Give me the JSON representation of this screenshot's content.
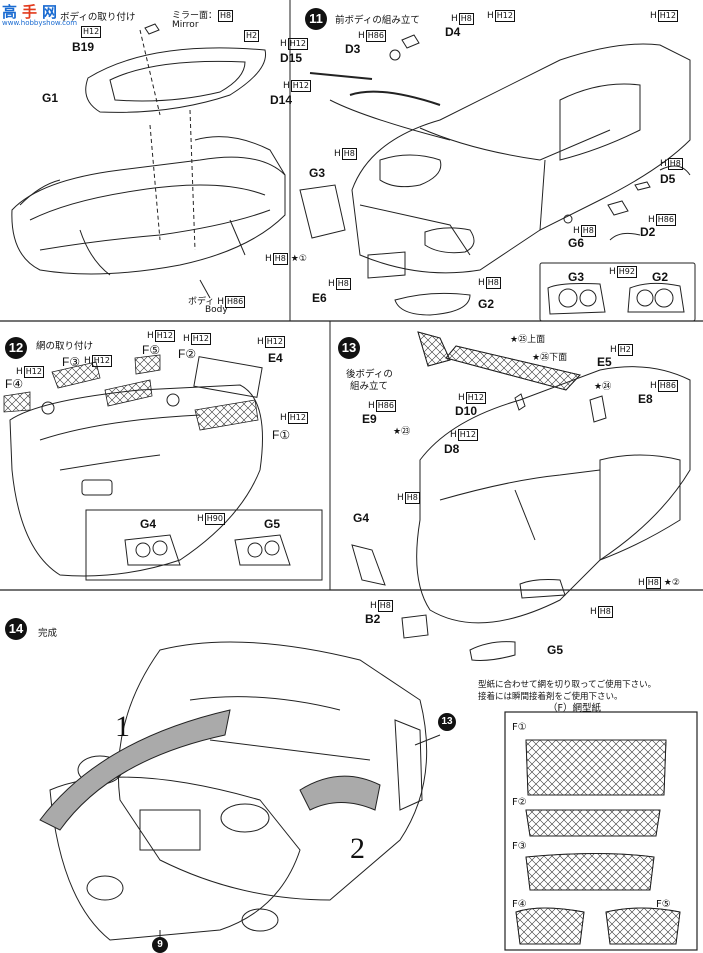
{
  "watermark": {
    "site": "www.hobbyshow.com"
  },
  "step10": {
    "title": "ボディの取り付け",
    "mirror_note": "ミラー面：",
    "mirror_box": "H8",
    "mirror_en": "Mirror",
    "b19_label": "B19",
    "b19_box": "H12",
    "g1_label": "G1",
    "g1_box": "H2",
    "body_note": "ボディ",
    "body_box": "H86",
    "body_en": "Body"
  },
  "step11": {
    "number": "11",
    "title": "前ボディの組み立て",
    "d4": "D4",
    "d4_box": "H8",
    "d3": "D3",
    "d3_box": "H86",
    "d15": "D15",
    "d15_box": "H12",
    "d14": "D14",
    "d14_box": "H12",
    "top_box": "H12",
    "right_box": "H12",
    "g3": "G3",
    "g3_box": "H8",
    "d5": "D5",
    "d5_box": "H8",
    "d2": "D2",
    "d2_box": "H86",
    "g6": "G6",
    "g6_box": "H8",
    "star1_box": "H8",
    "star1_num": "①",
    "e6": "E6",
    "e6_box": "H8",
    "g2": "G2",
    "g2_box": "H8",
    "inset_g3": "G3",
    "inset_g2": "G2",
    "inset_box": "H92"
  },
  "step12": {
    "number": "12",
    "title": "網の取り付け",
    "f3": "F③",
    "f3_box": "H12",
    "f4": "F④",
    "f4_box": "H12",
    "f5": "F⑤",
    "f5_box": "H12",
    "f2": "F②",
    "f2_box": "H12",
    "e4": "E4",
    "e4_box": "H12",
    "f1": "F①",
    "f1_box": "H12",
    "inset_g4": "G4",
    "inset_g5": "G5",
    "inset_box": "H90"
  },
  "step13": {
    "number": "13",
    "title_line1": "後ボディの",
    "title_line2": "組み立て",
    "star25": "㉕",
    "star25_note": "上面",
    "star26": "㉖",
    "star26_note": "下面",
    "e5": "E5",
    "e5_box": "H2",
    "star24": "㉔",
    "e8": "E8",
    "e8_box": "H86",
    "e9": "E9",
    "e9_box": "H86",
    "star23": "㉓",
    "d10": "D10",
    "d10_box": "H12",
    "d8": "D8",
    "d8_box": "H12",
    "g4": "G4",
    "h8_box": "H8",
    "b2": "B2",
    "b2_box": "H8",
    "g5": "G5",
    "h8_box2": "H8",
    "star2_box": "H8",
    "star2_num": "②"
  },
  "step14": {
    "number": "14",
    "title": "完成",
    "arrow1": "1",
    "arrow2": "2",
    "ref13": "13",
    "ref9": "9"
  },
  "mesh": {
    "note1": "型紙に合わせて網を切り取ってご使用下さい。",
    "note2": "接着には瞬間接着剤をご使用下さい。",
    "title": "（F）網型紙",
    "f1": "F①",
    "f2": "F②",
    "f3": "F③",
    "f4": "F④",
    "f5": "F⑤"
  }
}
